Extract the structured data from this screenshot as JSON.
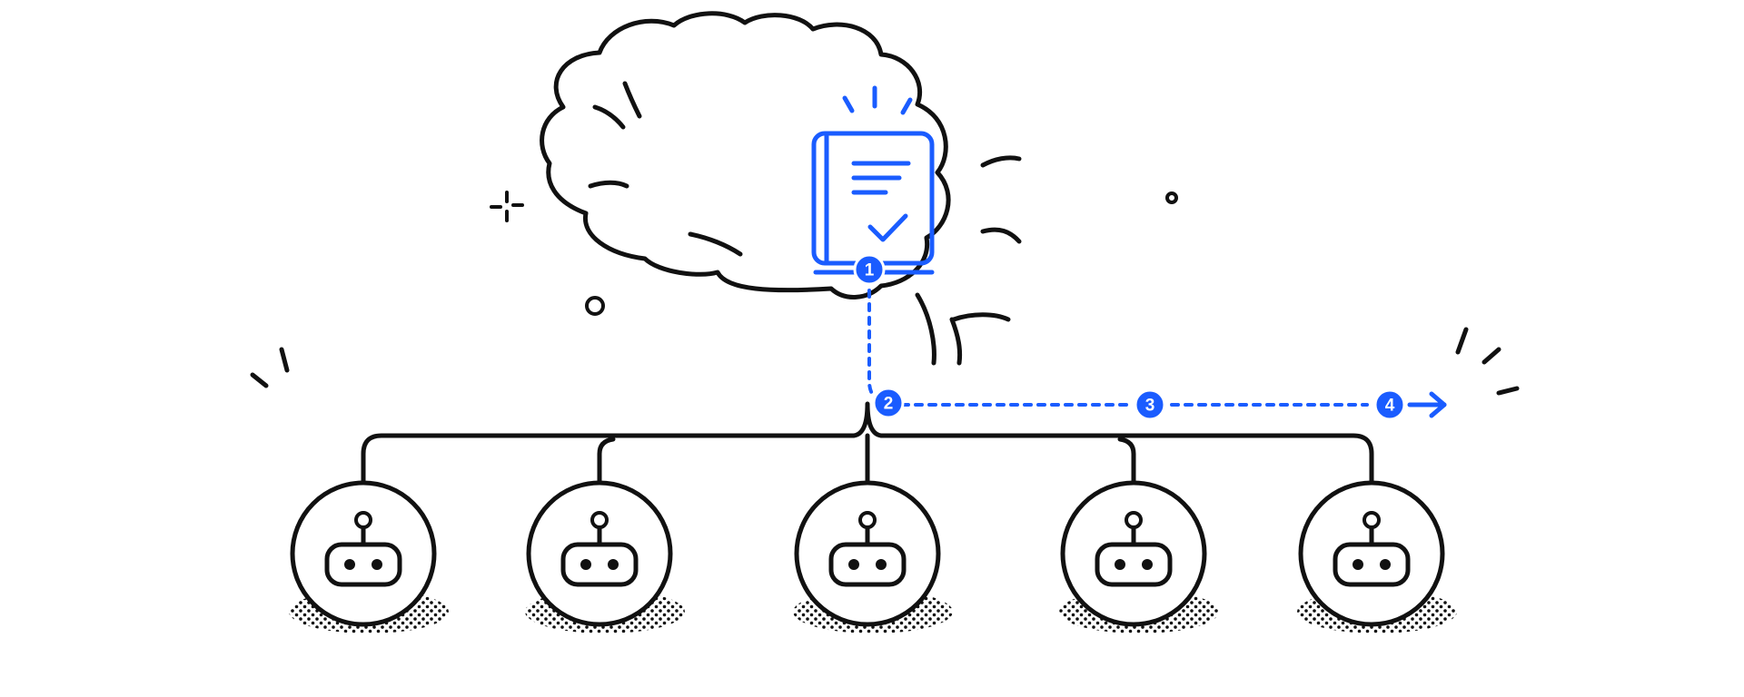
{
  "colors": {
    "ink": "#111111",
    "accent": "#1a5cff",
    "background": "#ffffff"
  },
  "brain": {
    "icon": "brain-icon",
    "document_icon": "checklist-document-icon",
    "check_icon": "checkmark-icon"
  },
  "steps": [
    {
      "label": "1"
    },
    {
      "label": "2"
    },
    {
      "label": "3"
    },
    {
      "label": "4"
    }
  ],
  "agents": [
    {
      "icon": "robot-icon"
    },
    {
      "icon": "robot-icon"
    },
    {
      "icon": "robot-icon"
    },
    {
      "icon": "robot-icon"
    },
    {
      "icon": "robot-icon"
    }
  ],
  "arrow": {
    "icon": "arrow-right-icon"
  }
}
